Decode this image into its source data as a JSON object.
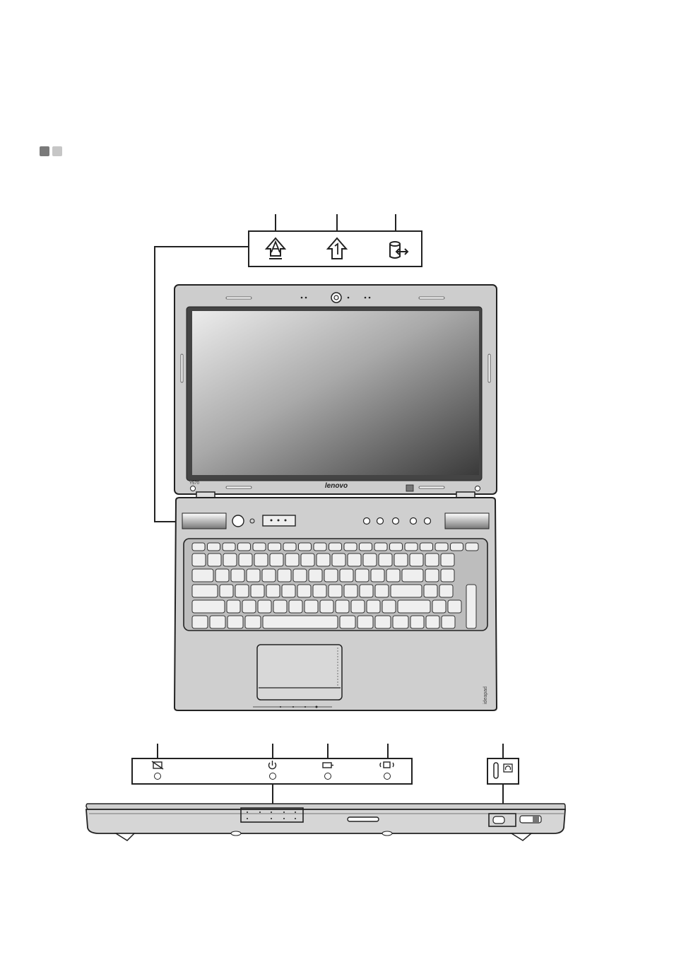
{
  "header": {
    "markers": [
      "dark-square",
      "light-square"
    ]
  },
  "laptop": {
    "model_label": "Y570",
    "brand_logo": "lenovo",
    "series_label": "ideapad"
  },
  "top_callout": {
    "icons": [
      "caps-lock-icon",
      "num-lock-icon",
      "hard-disk-activity-icon"
    ]
  },
  "front_callout": {
    "icons": [
      "touchpad-disabled-icon",
      "power-icon",
      "battery-icon",
      "wireless-icon"
    ]
  },
  "side_callout": {
    "icons": [
      "slot-icon",
      "novo-button-icon"
    ]
  },
  "colors": {
    "line": "#222222",
    "body": "#c9c9c9",
    "screen_light": "#e4e4e4",
    "screen_dark": "#3c3c3c"
  }
}
